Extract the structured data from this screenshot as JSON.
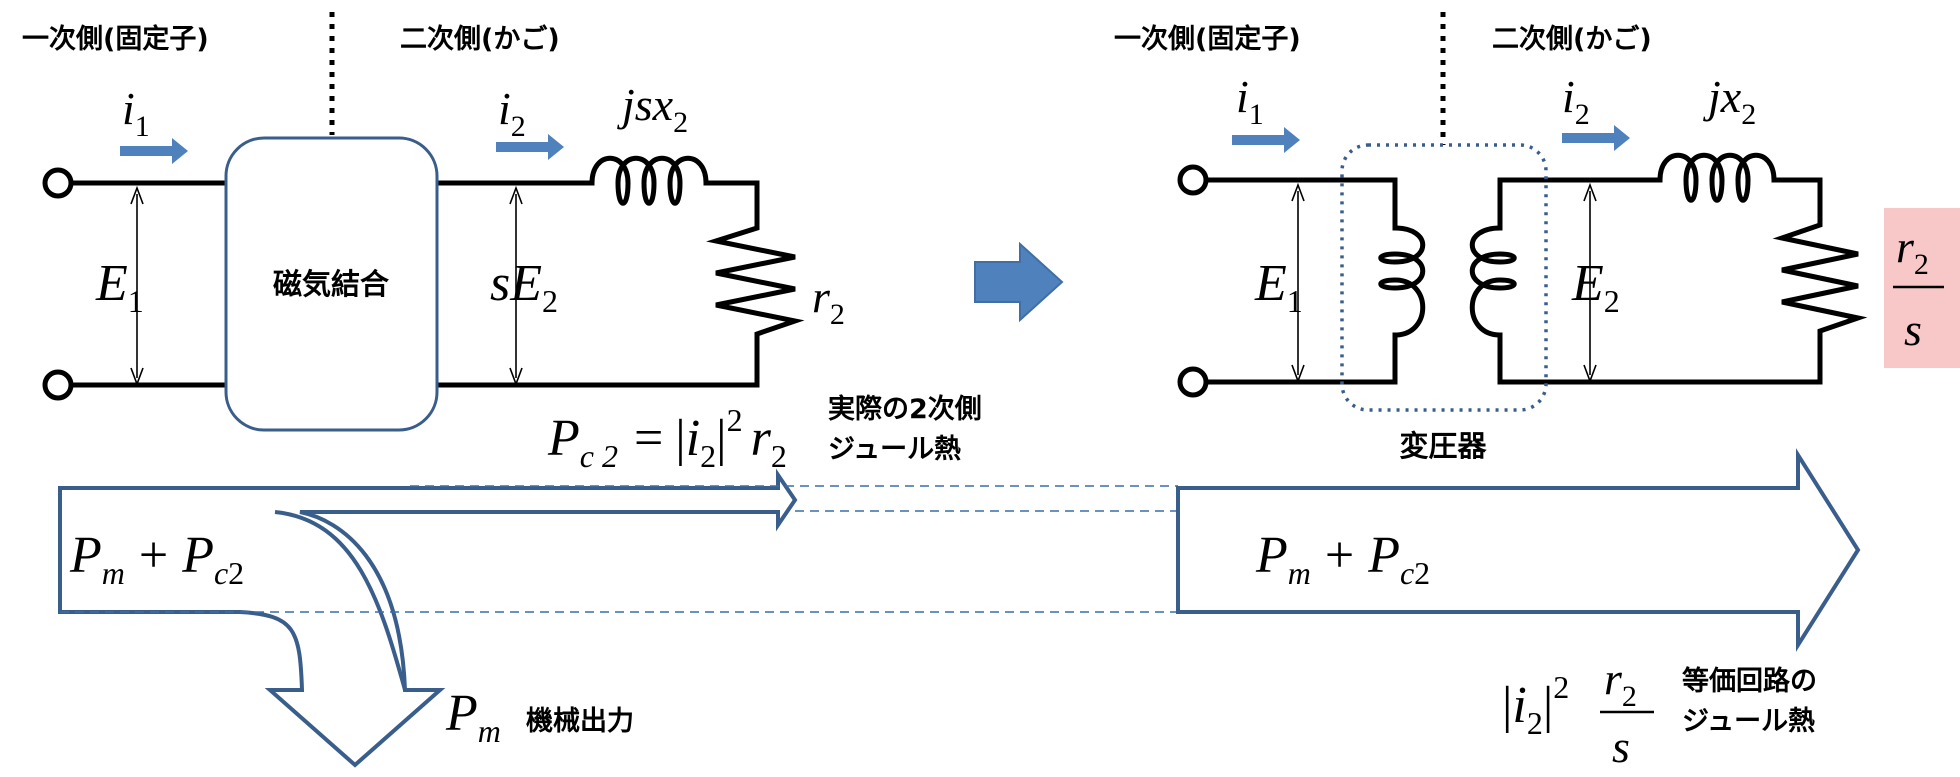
{
  "left_circuit": {
    "primary_label": "一次側(固定子)",
    "secondary_label": "二次側(かご)",
    "coupling_label": "磁気結合",
    "i1": {
      "sym": "i",
      "sub": "1"
    },
    "i2": {
      "sym": "i",
      "sub": "2"
    },
    "E1": {
      "sym": "E",
      "sub": "1"
    },
    "sE2": {
      "pre": "s",
      "sym": "E",
      "sub": "2"
    },
    "reactance": {
      "sym": "jsx",
      "sub": "2"
    },
    "resistor": {
      "sym": "r",
      "sub": "2"
    }
  },
  "right_circuit": {
    "primary_label": "一次側(固定子)",
    "secondary_label": "二次側(かご)",
    "transformer_label": "変圧器",
    "i1": {
      "sym": "i",
      "sub": "1"
    },
    "i2": {
      "sym": "i",
      "sub": "2"
    },
    "E1": {
      "sym": "E",
      "sub": "1"
    },
    "E2": {
      "sym": "E",
      "sub": "2"
    },
    "reactance": {
      "sym": "jx",
      "sub": "2"
    },
    "resistor_num": {
      "sym": "r",
      "sub": "2"
    },
    "resistor_den": "s",
    "highlight_color": "#f8c8c8"
  },
  "flows": {
    "left_total": {
      "P": "P",
      "m": "m",
      "plus": "+",
      "c": "c",
      "two": "2"
    },
    "pc2_formula": {
      "P": "P",
      "c2": "c 2",
      "eq": "=",
      "i": "i",
      "sub": "2",
      "sq": "2",
      "r": "r",
      "rsub": "2"
    },
    "pc2_text_line1": "実際の2次側",
    "pc2_text_line2": "ジュール熱",
    "mech_sym": {
      "P": "P",
      "m": "m"
    },
    "mech_text": "機械出力",
    "right_total": {
      "P": "P",
      "m": "m",
      "plus": "+",
      "c": "c",
      "two": "2"
    },
    "eq_formula": {
      "i": "i",
      "sub": "2",
      "sq": "2",
      "r": "r",
      "rsub": "2",
      "den": "s"
    },
    "eq_text_line1": "等価回路の",
    "eq_text_line2": "ジュール熱"
  },
  "colors": {
    "current_arrow": "#4f81bd",
    "flow_outline": "#3a5e8c",
    "transition_arrow": "#4f81bd"
  }
}
